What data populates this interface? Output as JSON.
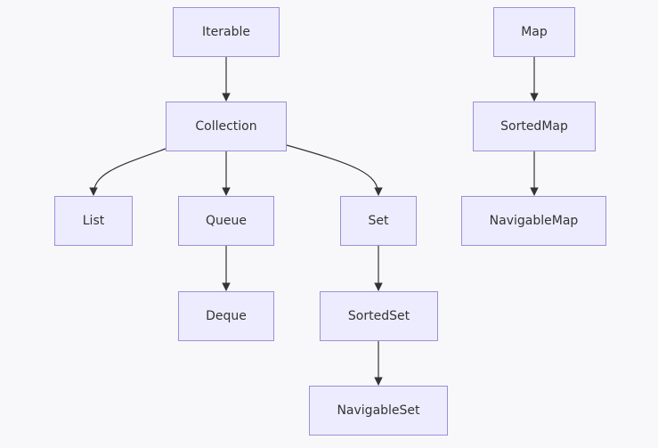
{
  "colors": {
    "background": "#f8f8fa",
    "node_fill": "#ececfe",
    "node_border": "#9b8fd8",
    "edge": "#333333",
    "text": "#333333"
  },
  "nodes": {
    "iterable": "Iterable",
    "collection": "Collection",
    "list": "List",
    "queue": "Queue",
    "set": "Set",
    "deque": "Deque",
    "sorted_set": "SortedSet",
    "navigable_set": "NavigableSet",
    "map": "Map",
    "sorted_map": "SortedMap",
    "navigable_map": "NavigableMap"
  },
  "edges": [
    {
      "from": "iterable",
      "to": "collection"
    },
    {
      "from": "collection",
      "to": "list"
    },
    {
      "from": "collection",
      "to": "queue"
    },
    {
      "from": "collection",
      "to": "set"
    },
    {
      "from": "queue",
      "to": "deque"
    },
    {
      "from": "set",
      "to": "sorted_set"
    },
    {
      "from": "sorted_set",
      "to": "navigable_set"
    },
    {
      "from": "map",
      "to": "sorted_map"
    },
    {
      "from": "sorted_map",
      "to": "navigable_map"
    }
  ]
}
